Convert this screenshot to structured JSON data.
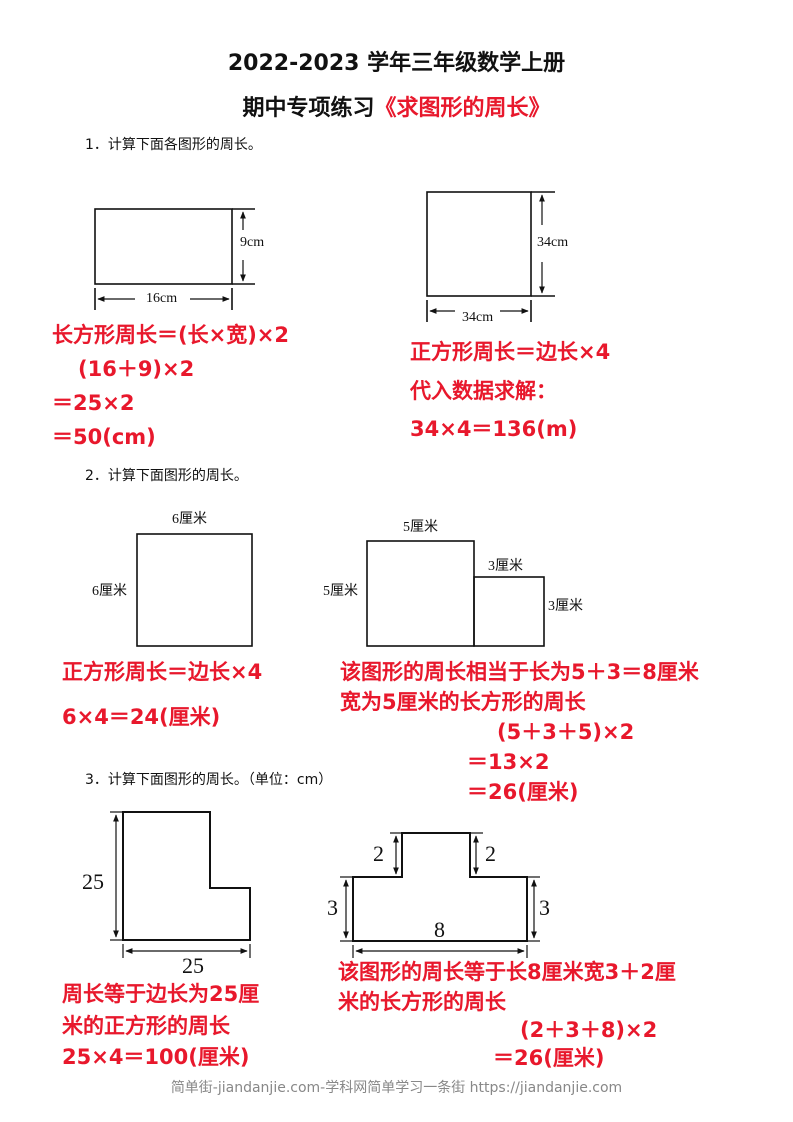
{
  "title": {
    "line1": "2022-2023 学年三年级数学上册",
    "line2_black": "期中专项练习",
    "line2_red": "《求图形的周长》",
    "accent": "#e8182c"
  },
  "q1": {
    "prompt": "1．计算下面各图形的周长。",
    "fig1": {
      "height": "9cm",
      "width": "16cm"
    },
    "fig2": {
      "height": "34cm",
      "width": "34cm"
    },
    "ans1": [
      "长方形周长＝(长×宽)×2",
      "(16＋9)×2",
      "＝25×2",
      "＝50(cm)"
    ],
    "ans2": [
      "正方形周长＝边长×4",
      "代入数据求解：",
      "34×4＝136(m)"
    ]
  },
  "q2": {
    "prompt": "2．计算下面图形的周长。",
    "fig1": {
      "top": "6厘米",
      "left": "6厘米"
    },
    "fig2": {
      "top": "5厘米",
      "left": "5厘米",
      "small_top": "3厘米",
      "small_right": "3厘米"
    },
    "ans1": [
      "正方形周长＝边长×4",
      "6×4＝24(厘米)"
    ],
    "ans2": [
      "该图形的周长相当于长为5＋3＝8厘米",
      "宽为5厘米的长方形的周长",
      "(5＋3＋5)×2",
      "＝13×2",
      "＝26(厘米)"
    ]
  },
  "q3": {
    "prompt": "3．计算下面图形的周长。（单位：cm）",
    "fig1": {
      "height": "25",
      "width": "25"
    },
    "fig2": {
      "left_top": "2",
      "right_top": "2",
      "left": "3",
      "right": "3",
      "bottom": "8"
    },
    "ans1": [
      "周长等于边长为25厘",
      "米的正方形的周长",
      "25×4＝100(厘米)"
    ],
    "ans2": [
      "该图形的周长等于长8厘米宽3＋2厘",
      "米的长方形的周长",
      "(2＋3＋8)×2",
      "＝26(厘米)"
    ]
  },
  "footer": "简单街-jiandanjie.com-学科网简单学习一条街 https://jiandanjie.com"
}
